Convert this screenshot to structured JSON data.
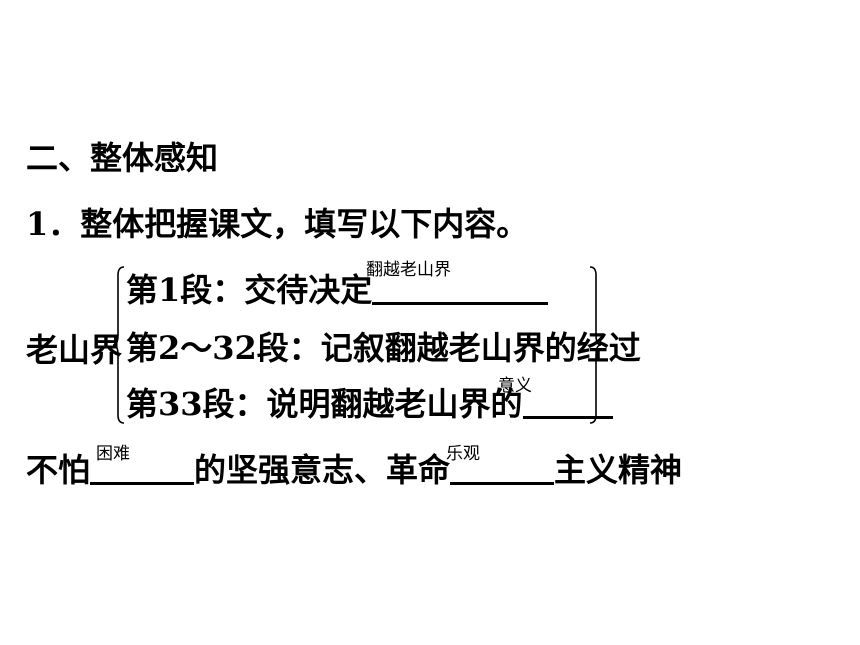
{
  "section_title": "二、整体感知",
  "question": "1．整体把握课文，填写以下内容。",
  "diagram": {
    "root": "老山界",
    "items": [
      {
        "text": "第1段：交待决定",
        "answer": "翻越老山界"
      },
      {
        "text": "第2～32段：记叙翻越老山界的经过"
      },
      {
        "text": "第33段：说明翻越老山界的",
        "answer": "意义"
      }
    ]
  },
  "final_line": {
    "prefix": "不怕",
    "answer1": "困难",
    "middle": "的坚强意志、革命",
    "answer2": "乐观",
    "suffix": "主义精神"
  }
}
